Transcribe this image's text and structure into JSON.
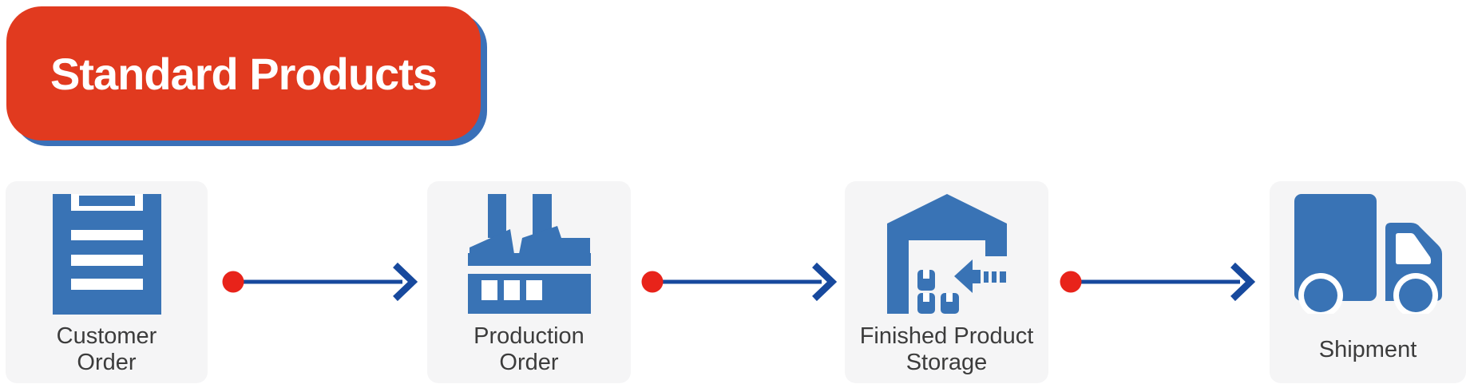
{
  "badge": {
    "label": "Standard Products"
  },
  "flow": {
    "steps": [
      {
        "name": "customer-order",
        "icon": "clipboard-list-icon",
        "lines": [
          "Customer",
          "Order"
        ]
      },
      {
        "name": "production-order",
        "icon": "factory-icon",
        "lines": [
          "Production",
          "Order"
        ]
      },
      {
        "name": "finished-product-storage",
        "icon": "warehouse-receiving-icon",
        "lines": [
          "Finished Product",
          "Storage"
        ]
      },
      {
        "name": "shipment",
        "icon": "delivery-truck-icon",
        "lines": [
          "Shipment"
        ]
      }
    ],
    "connector_count": 3
  },
  "colors": {
    "badge_red": "#e13a1f",
    "badge_shadow_blue": "#3a70b8",
    "icon_blue": "#3973b5",
    "arrow_blue": "#17499d",
    "dot_red": "#e8231a",
    "card_bg": "#f5f5f6",
    "label_gray": "#3c3c3c",
    "page_bg": "#ffffff"
  }
}
